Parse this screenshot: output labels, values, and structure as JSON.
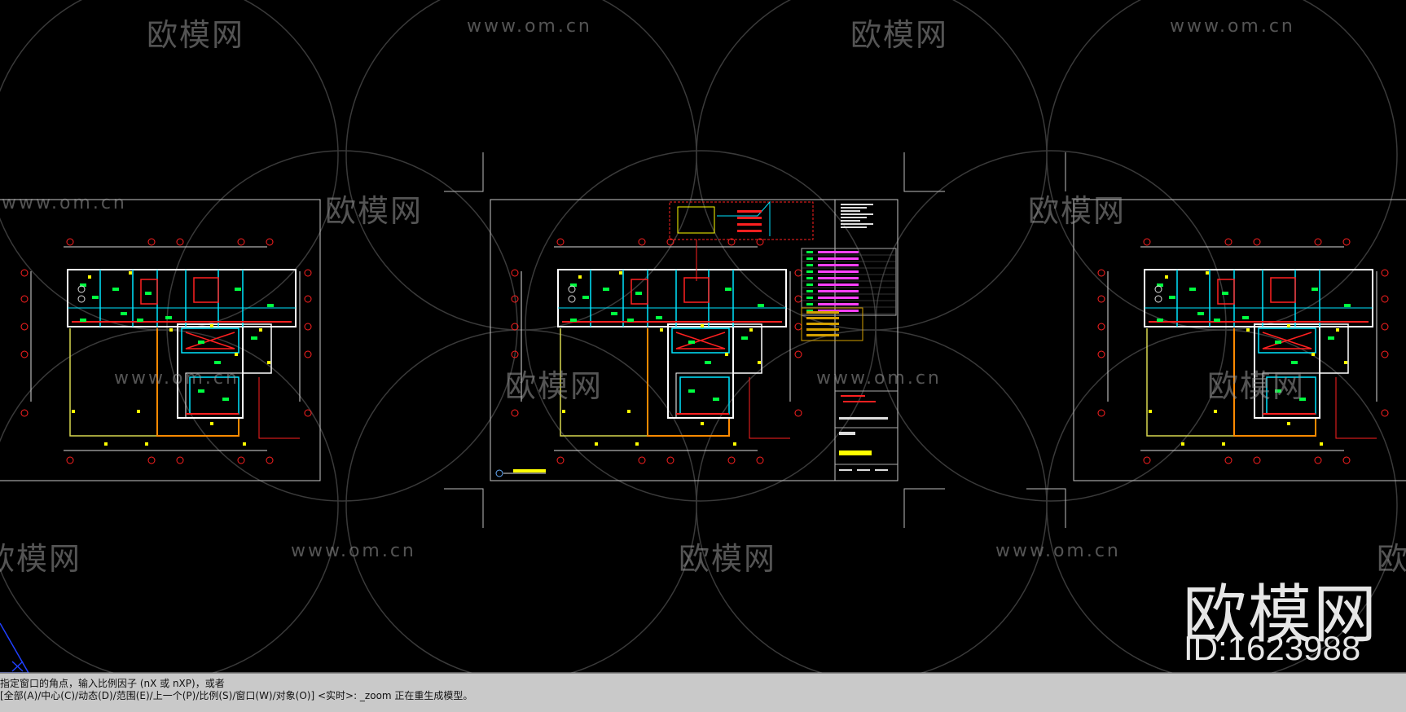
{
  "app": {
    "name": "CAD layout viewport"
  },
  "watermark": {
    "brand": "欧模网",
    "url": "www.om.cn",
    "big_brand": "欧模网",
    "id": "ID:1623988"
  },
  "command_line": {
    "line1": "指定窗口的角点，输入比例因子 (nX 或 nXP)，或者",
    "line2": "[全部(A)/中心(C)/动态(D)/范围(E)/上一个(P)/比例(S)/窗口(W)/对象(O)] <实时>: _zoom 正在重生成模型。"
  },
  "colors": {
    "background": "#000000",
    "sheet_border": "#c8c8c8",
    "wall": "#ffffff",
    "pipe": "#ff2020",
    "cyan": "#00e5ff",
    "fixture": "#00ff40",
    "marker": "#ffff00",
    "magenta": "#ff40ff"
  }
}
